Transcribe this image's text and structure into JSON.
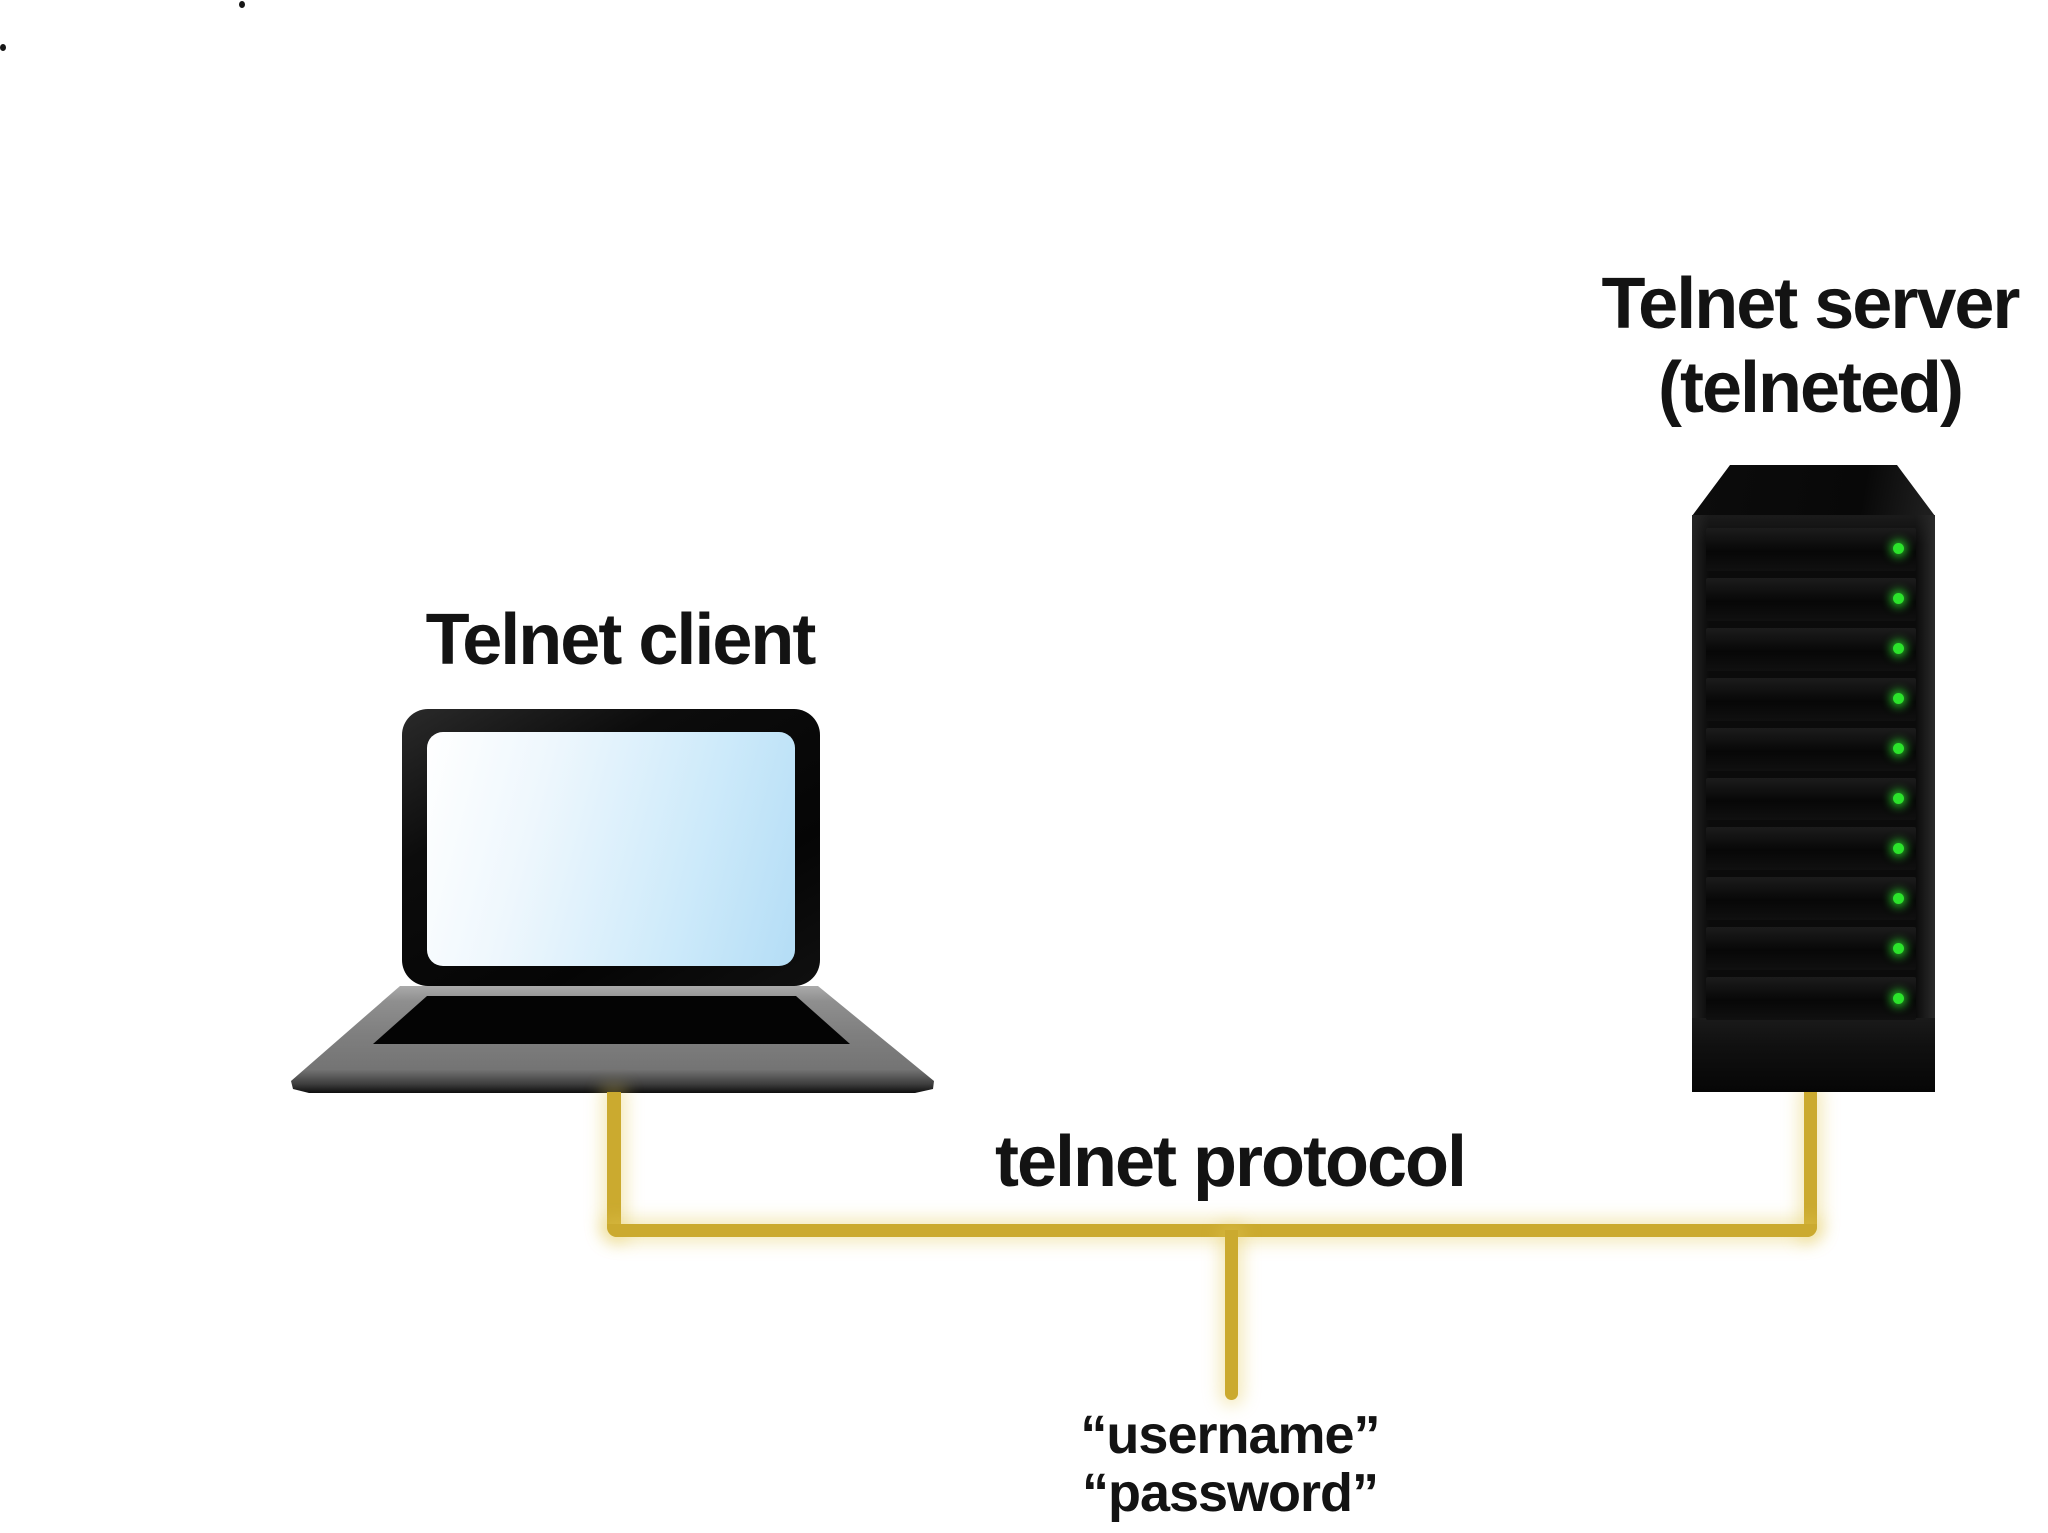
{
  "diagram": {
    "client": {
      "label": "Telnet client"
    },
    "server": {
      "label_line1": "Telnet server",
      "label_line2": "(telneted)",
      "bay_count": 10
    },
    "link": {
      "label": "telnet protocol",
      "credentials_line1": "“username”",
      "credentials_line2": "“password”"
    },
    "colors": {
      "cable_yellow": "#CBAA2F",
      "led_green": "#2BE32B",
      "screen_blue_start": "#FFFFFF",
      "screen_blue_end": "#B4DDF6",
      "text_black": "#131313",
      "background": "#FFFFFF"
    }
  }
}
